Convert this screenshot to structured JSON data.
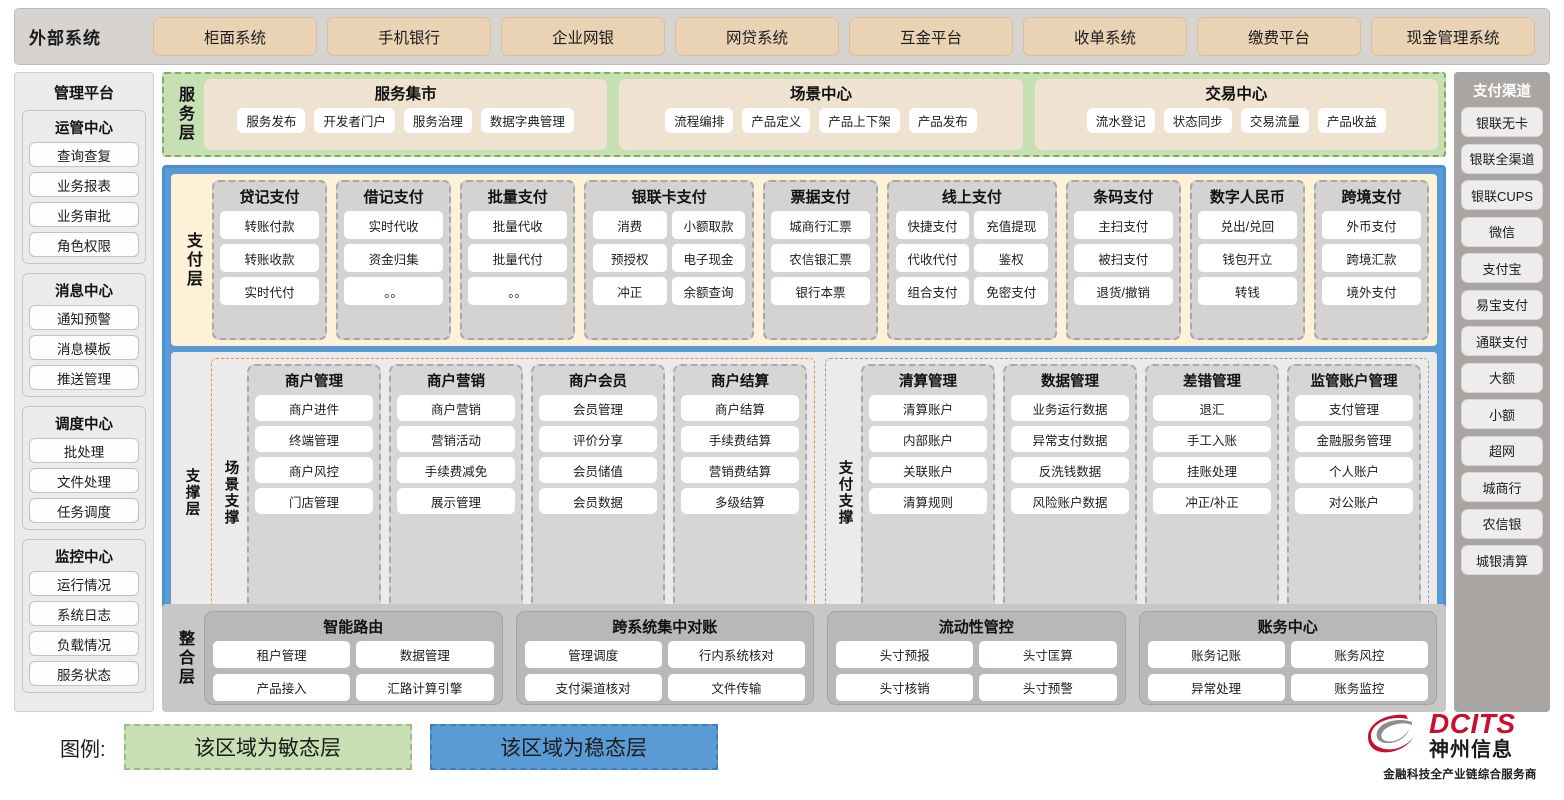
{
  "external": {
    "title": "外部系统",
    "items": [
      "柜面系统",
      "手机银行",
      "企业网银",
      "网贷系统",
      "互金平台",
      "收单系统",
      "缴费平台",
      "现金管理系统"
    ]
  },
  "management": {
    "title": "管理平台",
    "groups": [
      {
        "title": "运管中心",
        "items": [
          "查询查复",
          "业务报表",
          "业务审批",
          "角色权限"
        ]
      },
      {
        "title": "消息中心",
        "items": [
          "通知预警",
          "消息模板",
          "推送管理"
        ]
      },
      {
        "title": "调度中心",
        "items": [
          "批处理",
          "文件处理",
          "任务调度"
        ]
      },
      {
        "title": "监控中心",
        "items": [
          "运行情况",
          "系统日志",
          "负载情况",
          "服务状态"
        ]
      }
    ]
  },
  "channels": {
    "title": "支付渠道",
    "items": [
      "银联无卡",
      "银联全渠道",
      "银联CUPS",
      "微信",
      "支付宝",
      "易宝支付",
      "通联支付",
      "大额",
      "小额",
      "超网",
      "城商行",
      "农信银",
      "城银清算"
    ]
  },
  "service_layer": {
    "label": "服务层",
    "groups": [
      {
        "title": "服务集市",
        "items": [
          "服务发布",
          "开发者门户",
          "服务治理",
          "数据字典管理"
        ]
      },
      {
        "title": "场景中心",
        "items": [
          "流程编排",
          "产品定义",
          "产品上下架",
          "产品发布"
        ]
      },
      {
        "title": "交易中心",
        "items": [
          "流水登记",
          "状态同步",
          "交易流量",
          "产品收益"
        ]
      }
    ]
  },
  "payment_layer": {
    "label": "支付层",
    "columns": [
      {
        "title": "贷记支付",
        "cols": 1,
        "items": [
          "转账付款",
          "转账收款",
          "实时代付"
        ]
      },
      {
        "title": "借记支付",
        "cols": 1,
        "items": [
          "实时代收",
          "资金归集",
          "。。"
        ]
      },
      {
        "title": "批量支付",
        "cols": 1,
        "items": [
          "批量代收",
          "批量代付",
          "。。"
        ]
      },
      {
        "title": "银联卡支付",
        "cols": 2,
        "items": [
          "消费",
          "小额取款",
          "预授权",
          "电子现金",
          "冲正",
          "余额查询"
        ]
      },
      {
        "title": "票据支付",
        "cols": 1,
        "items": [
          "城商行汇票",
          "农信银汇票",
          "银行本票"
        ]
      },
      {
        "title": "线上支付",
        "cols": 2,
        "items": [
          "快捷支付",
          "充值提现",
          "代收代付",
          "鉴权",
          "组合支付",
          "免密支付"
        ]
      },
      {
        "title": "条码支付",
        "cols": 1,
        "items": [
          "主扫支付",
          "被扫支付",
          "退货/撤销"
        ]
      },
      {
        "title": "数字人民币",
        "cols": 1,
        "items": [
          "兑出/兑回",
          "钱包开立",
          "转钱"
        ]
      },
      {
        "title": "跨境支付",
        "cols": 1,
        "items": [
          "外币支付",
          "跨境汇款",
          "境外支付"
        ]
      }
    ]
  },
  "support_layer": {
    "label": "支撑层",
    "halves": [
      {
        "label": "场景支撑",
        "columns": [
          {
            "title": "商户管理",
            "items": [
              "商户进件",
              "终端管理",
              "商户风控",
              "门店管理"
            ]
          },
          {
            "title": "商户营销",
            "items": [
              "商户营销",
              "营销活动",
              "手续费减免",
              "展示管理"
            ]
          },
          {
            "title": "商户会员",
            "items": [
              "会员管理",
              "评价分享",
              "会员储值",
              "会员数据"
            ]
          },
          {
            "title": "商户结算",
            "items": [
              "商户结算",
              "手续费结算",
              "营销费结算",
              "多级结算"
            ]
          }
        ]
      },
      {
        "label": "支付支撑",
        "columns": [
          {
            "title": "清算管理",
            "items": [
              "清算账户",
              "内部账户",
              "关联账户",
              "清算规则"
            ]
          },
          {
            "title": "数据管理",
            "items": [
              "业务运行数据",
              "异常支付数据",
              "反洗钱数据",
              "风险账户数据"
            ]
          },
          {
            "title": "差错管理",
            "items": [
              "退汇",
              "手工入账",
              "挂账处理",
              "冲正/补正"
            ]
          },
          {
            "title": "监管账户管理",
            "items": [
              "支付管理",
              "金融服务管理",
              "个人账户",
              "对公账户"
            ]
          }
        ]
      }
    ]
  },
  "integration_layer": {
    "label": "整合层",
    "groups": [
      {
        "title": "智能路由",
        "items": [
          "租户管理",
          "数据管理",
          "产品接入",
          "汇路计算引擎"
        ]
      },
      {
        "title": "跨系统集中对账",
        "items": [
          "管理调度",
          "行内系统核对",
          "支付渠道核对",
          "文件传输"
        ]
      },
      {
        "title": "流动性管控",
        "items": [
          "头寸预报",
          "头寸匡算",
          "头寸核销",
          "头寸预警"
        ]
      },
      {
        "title": "账务中心",
        "items": [
          "账务记账",
          "账务风控",
          "异常处理",
          "账务监控"
        ]
      }
    ]
  },
  "legend": {
    "label": "图例:",
    "agile": "该区域为敏态层",
    "stable": "该区域为稳态层"
  },
  "logo": {
    "en": "DCITS",
    "cn": "神州信息",
    "tagline": "金融科技全产业链综合服务商"
  },
  "colors": {
    "agile_green": "#c6dfb3",
    "stable_blue": "#5b9bd5",
    "external_chip": "#e9d3b4",
    "payment_bg": "#fdf2d8",
    "brand_red": "#c8102e"
  }
}
